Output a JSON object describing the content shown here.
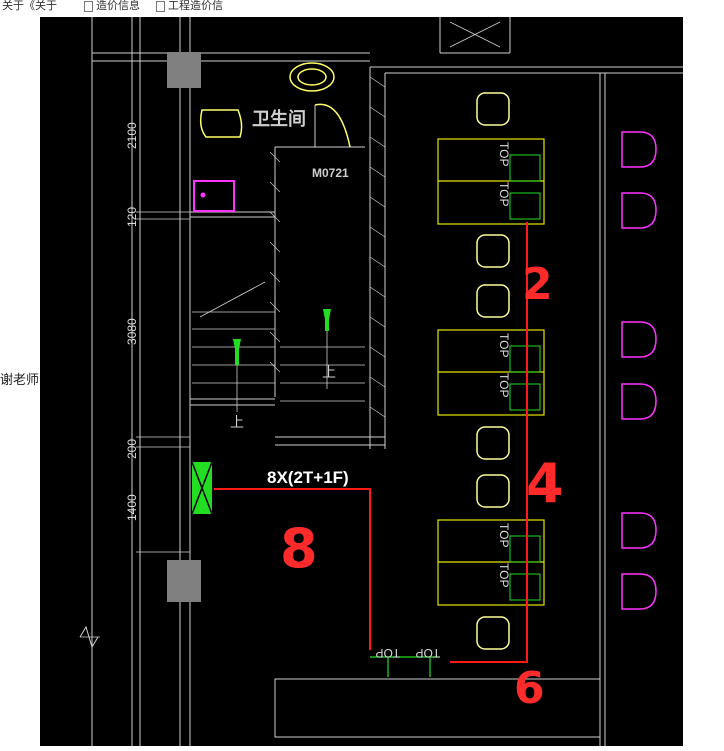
{
  "tabs": [
    {
      "label": "关于《关于"
    },
    {
      "label": "造价信息"
    },
    {
      "label": "工程造价信"
    }
  ],
  "left_cut_text": "谢老师",
  "drawing": {
    "dimensions": [
      "2100",
      "120",
      "3080",
      "200",
      "1400"
    ],
    "room_label": "卫生间",
    "door_tag": "M0721",
    "outlet_tag": "TOP",
    "upstairs_mark": "上",
    "cable_label": "8X(2T+1F)",
    "handwritten": [
      "2",
      "4",
      "8",
      "6"
    ]
  },
  "colors": {
    "canvas": "#000000",
    "linework": "#cfcfcf",
    "desk": "#e6e600",
    "chair": "#ffff99",
    "cable": "#ff1a1a",
    "outlet": "#22dd22",
    "magenta": "#ff33ff",
    "gray_block": "#808080",
    "handwriting": "#ff2a2a"
  }
}
